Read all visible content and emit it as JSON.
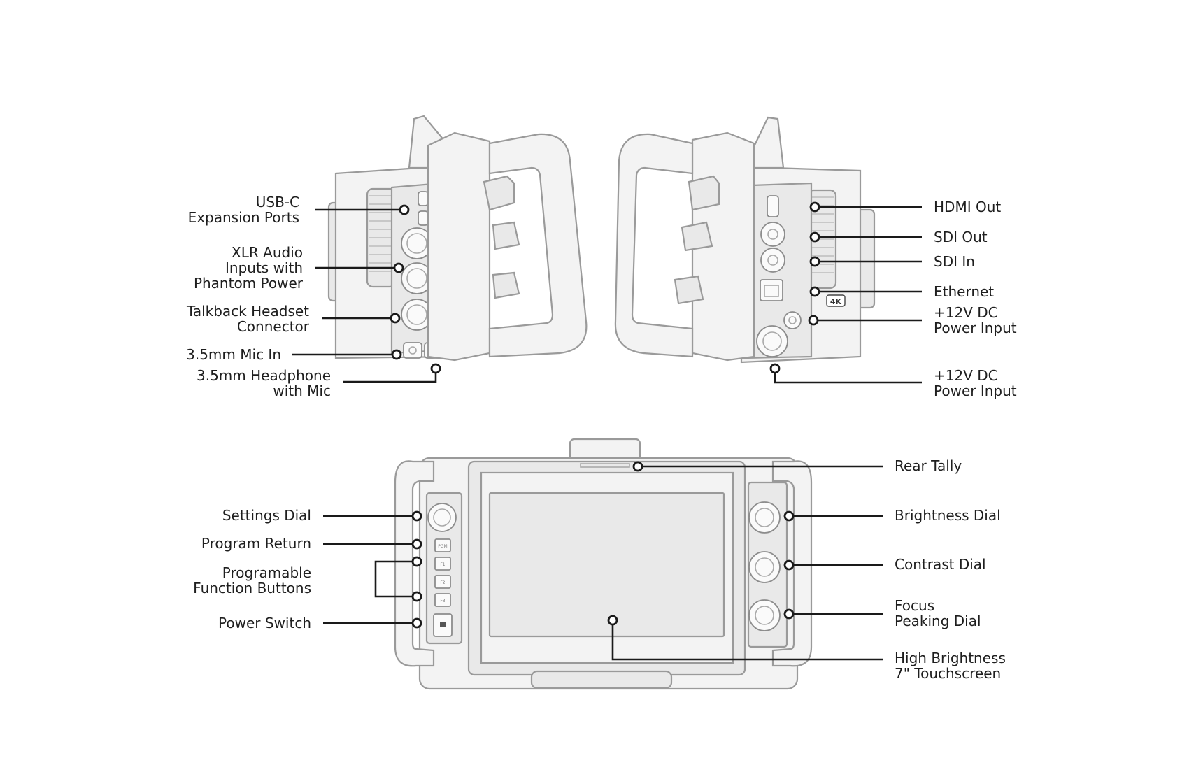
{
  "labels": {
    "usbc": [
      "USB-C",
      "Expansion Ports"
    ],
    "xlr": [
      "XLR Audio",
      "Inputs with",
      "Phantom Power"
    ],
    "talkback": [
      "Talkback Headset",
      "Connector"
    ],
    "mic_in": [
      "3.5mm Mic In"
    ],
    "headphone": [
      "3.5mm Headphone",
      "with Mic"
    ],
    "hdmi_out": [
      "HDMI Out"
    ],
    "sdi_out": [
      "SDI Out"
    ],
    "sdi_in": [
      "SDI In"
    ],
    "ethernet": [
      "Ethernet"
    ],
    "dc_power_a": [
      "+12V DC",
      "Power Input"
    ],
    "dc_power_b": [
      "+12V DC",
      "Power Input"
    ],
    "settings_dial": [
      "Settings Dial"
    ],
    "program_return": [
      "Program Return"
    ],
    "function_buttons": [
      "Programable",
      "Function Buttons"
    ],
    "power_switch": [
      "Power Switch"
    ],
    "rear_tally": [
      "Rear Tally"
    ],
    "brightness_dial": [
      "Brightness Dial"
    ],
    "contrast_dial": [
      "Contrast Dial"
    ],
    "focus_dial": [
      "Focus",
      "Peaking Dial"
    ],
    "touchscreen": [
      "High Brightness",
      "7\" Touchscreen"
    ]
  },
  "device_badges": {
    "four_k": "4K",
    "pgm_button": "PGM",
    "f1_button": "F1",
    "f2_button": "F2",
    "f3_button": "F3"
  },
  "colors": {
    "outline": "#9a9a9a",
    "fill": "#f3f3f3",
    "leader": "#1a1a1a",
    "text": "#1e1e1e"
  }
}
